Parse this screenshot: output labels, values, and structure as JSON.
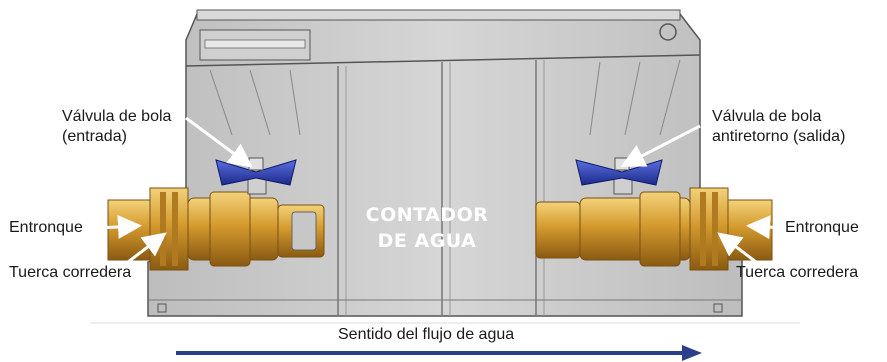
{
  "labels": {
    "valve_in_line1": "Válvula de bola",
    "valve_in_line2": "(entrada)",
    "valve_out_line1": "Válvula de bola",
    "valve_out_line2": "antiretorno (salida)",
    "entronque_left": "Entronque",
    "entronque_right": "Entronque",
    "tuerca_left": "Tuerca corredera",
    "tuerca_right": "Tuerca corredera",
    "meter_line1": "CONTADOR",
    "meter_line2": "DE AGUA",
    "flow": "Sentido del flujo de agua"
  },
  "colors": {
    "brass": "#d7a23c",
    "brass_dark": "#9a6a18",
    "handle_blue": "#2a3fb0",
    "box_gray": "#c9c9c9",
    "box_edge": "#555555",
    "arrow_blue": "#2b3e8c"
  }
}
